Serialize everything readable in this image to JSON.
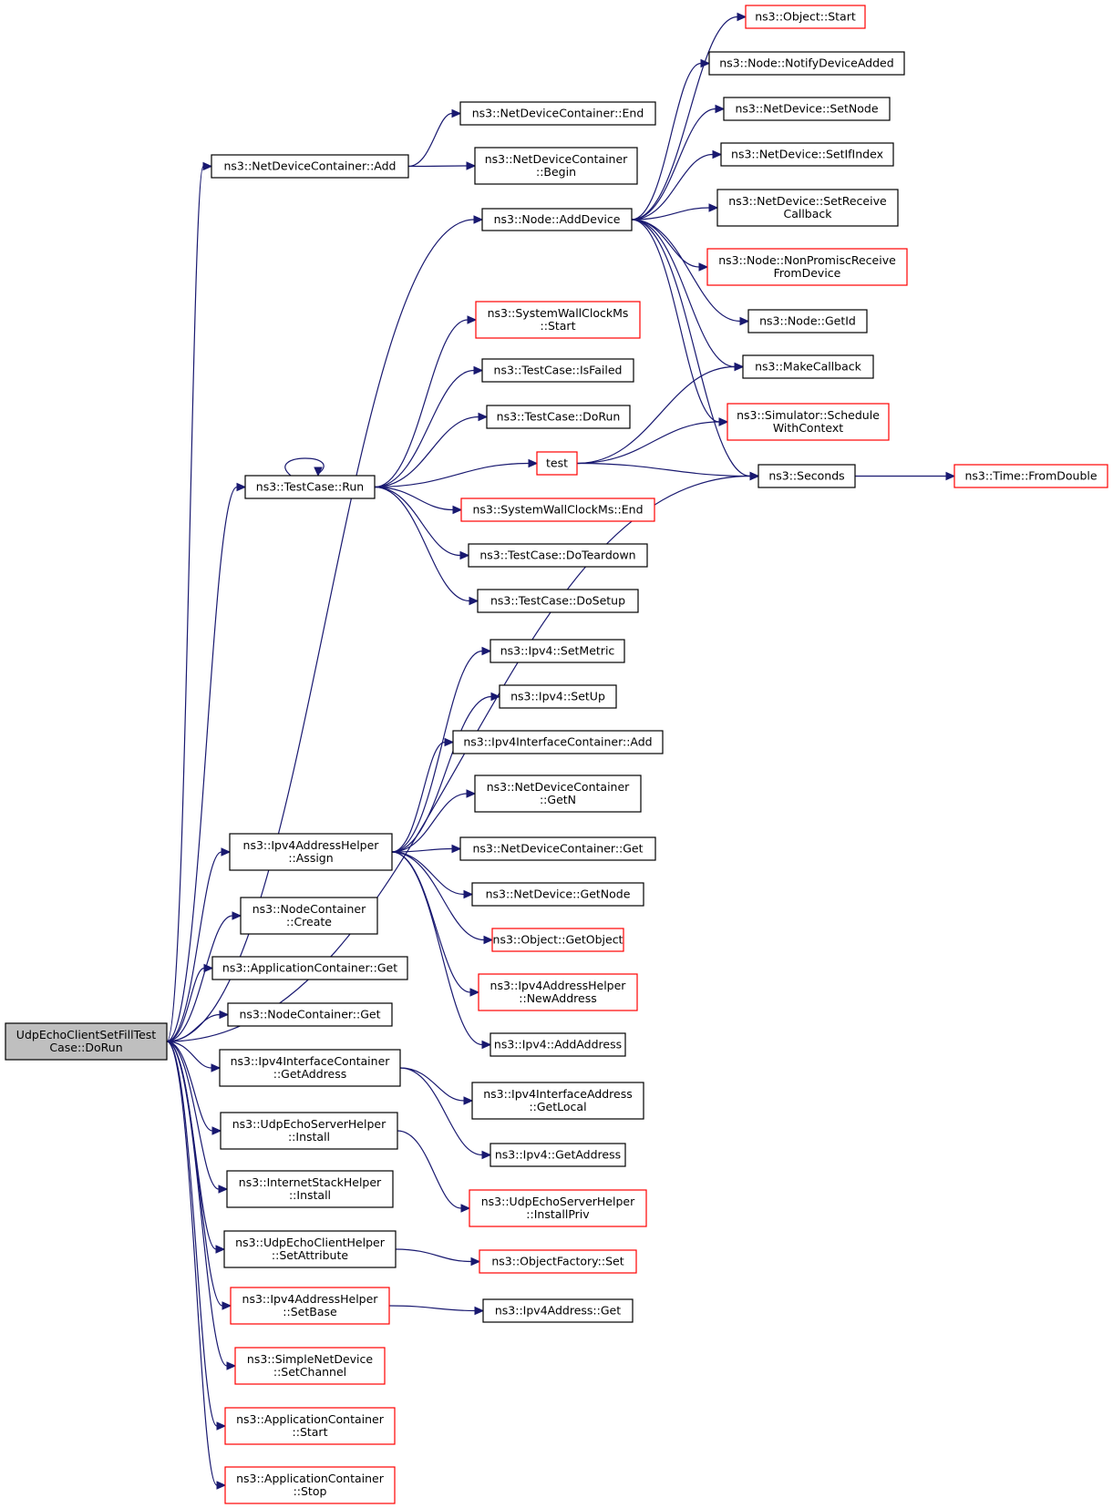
{
  "nodes": [
    {
      "id": "n0",
      "lines": [
        "UdpEchoClientSetFillTest",
        "Case::DoRun"
      ],
      "style": "root"
    },
    {
      "id": "n1",
      "lines": [
        "ns3::NetDeviceContainer::Add"
      ],
      "style": "black"
    },
    {
      "id": "n2",
      "lines": [
        "ns3::NetDeviceContainer::End"
      ],
      "style": "black"
    },
    {
      "id": "n3",
      "lines": [
        "ns3::NetDeviceContainer",
        "::Begin"
      ],
      "style": "black"
    },
    {
      "id": "n4",
      "lines": [
        "ns3::Node::AddDevice"
      ],
      "style": "black"
    },
    {
      "id": "n5",
      "lines": [
        "ns3::Object::Start"
      ],
      "style": "red"
    },
    {
      "id": "n6",
      "lines": [
        "ns3::Node::NotifyDeviceAdded"
      ],
      "style": "black"
    },
    {
      "id": "n7",
      "lines": [
        "ns3::NetDevice::SetNode"
      ],
      "style": "black"
    },
    {
      "id": "n8",
      "lines": [
        "ns3::NetDevice::SetIfIndex"
      ],
      "style": "black"
    },
    {
      "id": "n9",
      "lines": [
        "ns3::NetDevice::SetReceive",
        "Callback"
      ],
      "style": "black"
    },
    {
      "id": "n10",
      "lines": [
        "ns3::Node::NonPromiscReceive",
        "FromDevice"
      ],
      "style": "red"
    },
    {
      "id": "n11",
      "lines": [
        "ns3::Node::GetId"
      ],
      "style": "black"
    },
    {
      "id": "n12",
      "lines": [
        "ns3::MakeCallback"
      ],
      "style": "black"
    },
    {
      "id": "n13",
      "lines": [
        "ns3::Simulator::Schedule",
        "WithContext"
      ],
      "style": "red"
    },
    {
      "id": "n14",
      "lines": [
        "ns3::Seconds"
      ],
      "style": "black"
    },
    {
      "id": "n15",
      "lines": [
        "ns3::Time::FromDouble"
      ],
      "style": "red"
    },
    {
      "id": "n16",
      "lines": [
        "ns3::SystemWallClockMs",
        "::Start"
      ],
      "style": "red"
    },
    {
      "id": "n17",
      "lines": [
        "ns3::TestCase::IsFailed"
      ],
      "style": "black"
    },
    {
      "id": "n18",
      "lines": [
        "ns3::TestCase::DoRun"
      ],
      "style": "black"
    },
    {
      "id": "n19",
      "lines": [
        "test"
      ],
      "style": "red"
    },
    {
      "id": "n20",
      "lines": [
        "ns3::TestCase::Run"
      ],
      "style": "black"
    },
    {
      "id": "n21",
      "lines": [
        "ns3::SystemWallClockMs::End"
      ],
      "style": "red"
    },
    {
      "id": "n22",
      "lines": [
        "ns3::TestCase::DoTeardown"
      ],
      "style": "black"
    },
    {
      "id": "n23",
      "lines": [
        "ns3::TestCase::DoSetup"
      ],
      "style": "black"
    },
    {
      "id": "n24",
      "lines": [
        "ns3::Ipv4::SetMetric"
      ],
      "style": "black"
    },
    {
      "id": "n25",
      "lines": [
        "ns3::Ipv4::SetUp"
      ],
      "style": "black"
    },
    {
      "id": "n26",
      "lines": [
        "ns3::Ipv4InterfaceContainer::Add"
      ],
      "style": "black"
    },
    {
      "id": "n27",
      "lines": [
        "ns3::NetDeviceContainer",
        "::GetN"
      ],
      "style": "black"
    },
    {
      "id": "n28",
      "lines": [
        "ns3::Ipv4AddressHelper",
        "::Assign"
      ],
      "style": "black"
    },
    {
      "id": "n29",
      "lines": [
        "ns3::NetDeviceContainer::Get"
      ],
      "style": "black"
    },
    {
      "id": "n30",
      "lines": [
        "ns3::NetDevice::GetNode"
      ],
      "style": "black"
    },
    {
      "id": "n31",
      "lines": [
        "ns3::Object::GetObject"
      ],
      "style": "red"
    },
    {
      "id": "n32",
      "lines": [
        "ns3::Ipv4AddressHelper",
        "::NewAddress"
      ],
      "style": "red"
    },
    {
      "id": "n33",
      "lines": [
        "ns3::Ipv4::AddAddress"
      ],
      "style": "black"
    },
    {
      "id": "n34",
      "lines": [
        "ns3::NodeContainer",
        "::Create"
      ],
      "style": "black"
    },
    {
      "id": "n35",
      "lines": [
        "ns3::ApplicationContainer::Get"
      ],
      "style": "black"
    },
    {
      "id": "n36",
      "lines": [
        "ns3::NodeContainer::Get"
      ],
      "style": "black"
    },
    {
      "id": "n37",
      "lines": [
        "ns3::Ipv4InterfaceContainer",
        "::GetAddress"
      ],
      "style": "black"
    },
    {
      "id": "n38",
      "lines": [
        "ns3::Ipv4InterfaceAddress",
        "::GetLocal"
      ],
      "style": "black"
    },
    {
      "id": "n39",
      "lines": [
        "ns3::Ipv4::GetAddress"
      ],
      "style": "black"
    },
    {
      "id": "n40",
      "lines": [
        "ns3::UdpEchoServerHelper",
        "::Install"
      ],
      "style": "black"
    },
    {
      "id": "n41",
      "lines": [
        "ns3::UdpEchoServerHelper",
        "::InstallPriv"
      ],
      "style": "red"
    },
    {
      "id": "n42",
      "lines": [
        "ns3::InternetStackHelper",
        "::Install"
      ],
      "style": "black"
    },
    {
      "id": "n43",
      "lines": [
        "ns3::UdpEchoClientHelper",
        "::SetAttribute"
      ],
      "style": "black"
    },
    {
      "id": "n44",
      "lines": [
        "ns3::ObjectFactory::Set"
      ],
      "style": "red"
    },
    {
      "id": "n45",
      "lines": [
        "ns3::Ipv4AddressHelper",
        "::SetBase"
      ],
      "style": "red"
    },
    {
      "id": "n46",
      "lines": [
        "ns3::Ipv4Address::Get"
      ],
      "style": "black"
    },
    {
      "id": "n47",
      "lines": [
        "ns3::SimpleNetDevice",
        "::SetChannel"
      ],
      "style": "red"
    },
    {
      "id": "n48",
      "lines": [
        "ns3::ApplicationContainer",
        "::Start"
      ],
      "style": "red"
    },
    {
      "id": "n49",
      "lines": [
        "ns3::ApplicationContainer",
        "::Stop"
      ],
      "style": "red"
    }
  ],
  "edges": [
    [
      "n0",
      "n1"
    ],
    [
      "n0",
      "n4"
    ],
    [
      "n0",
      "n14"
    ],
    [
      "n0",
      "n20"
    ],
    [
      "n0",
      "n28"
    ],
    [
      "n0",
      "n34"
    ],
    [
      "n0",
      "n35"
    ],
    [
      "n0",
      "n36"
    ],
    [
      "n0",
      "n37"
    ],
    [
      "n0",
      "n40"
    ],
    [
      "n0",
      "n42"
    ],
    [
      "n0",
      "n43"
    ],
    [
      "n0",
      "n45"
    ],
    [
      "n0",
      "n47"
    ],
    [
      "n0",
      "n48"
    ],
    [
      "n0",
      "n49"
    ],
    [
      "n1",
      "n2"
    ],
    [
      "n1",
      "n3"
    ],
    [
      "n4",
      "n5"
    ],
    [
      "n4",
      "n6"
    ],
    [
      "n4",
      "n7"
    ],
    [
      "n4",
      "n8"
    ],
    [
      "n4",
      "n9"
    ],
    [
      "n4",
      "n10"
    ],
    [
      "n4",
      "n11"
    ],
    [
      "n4",
      "n12"
    ],
    [
      "n4",
      "n13"
    ],
    [
      "n4",
      "n14"
    ],
    [
      "n14",
      "n15"
    ],
    [
      "n20",
      "n16"
    ],
    [
      "n20",
      "n17"
    ],
    [
      "n20",
      "n18"
    ],
    [
      "n20",
      "n19"
    ],
    [
      "n20",
      "n20"
    ],
    [
      "n20",
      "n21"
    ],
    [
      "n20",
      "n22"
    ],
    [
      "n20",
      "n23"
    ],
    [
      "n19",
      "n12"
    ],
    [
      "n19",
      "n13"
    ],
    [
      "n19",
      "n14"
    ],
    [
      "n28",
      "n24"
    ],
    [
      "n28",
      "n25"
    ],
    [
      "n28",
      "n26"
    ],
    [
      "n28",
      "n27"
    ],
    [
      "n28",
      "n29"
    ],
    [
      "n28",
      "n30"
    ],
    [
      "n28",
      "n31"
    ],
    [
      "n28",
      "n32"
    ],
    [
      "n28",
      "n33"
    ],
    [
      "n37",
      "n38"
    ],
    [
      "n37",
      "n39"
    ],
    [
      "n40",
      "n41"
    ],
    [
      "n43",
      "n44"
    ],
    [
      "n45",
      "n46"
    ]
  ]
}
